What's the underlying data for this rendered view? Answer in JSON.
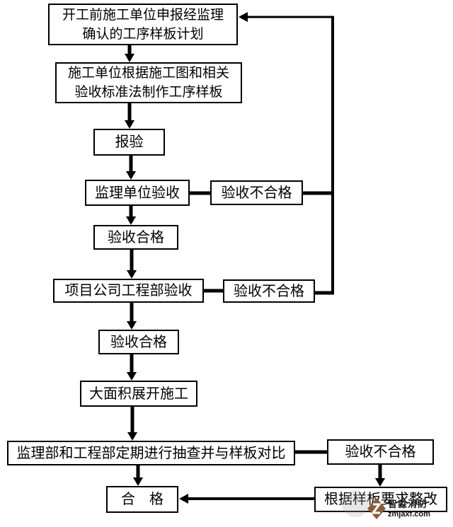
{
  "page": {
    "background": "#ffffff"
  },
  "flow": {
    "line_color": "#000000",
    "node_border_color": "#000000",
    "node_background": "#ffffff",
    "nodes": {
      "plan": "开工前施工单位申报经监理\n确认的工序样板计划",
      "make_sample": "施工单位根据施工图和相关\n验收标准法制作工序样板",
      "submit_inspection": "报验",
      "supervisor_acceptance": "监理单位验收",
      "fail_1": "验收不合格",
      "pass_1": "验收合格",
      "project_dept_acceptance": "项目公司工程部验收",
      "fail_2": "验收不合格",
      "pass_2": "验收合格",
      "full_scale_construction": "大面积展开施工",
      "periodic_spot_check": "监理部和工程部定期进行抽查并与样板对比",
      "qualified": "合　格",
      "fail_3": "验收不合格",
      "rectify": "根据样板要求整改"
    }
  },
  "watermark": {
    "brand": "智淼消防",
    "url": "zmjaxf.com",
    "logo_color": "#8a5a3a",
    "text_color": "#1a1a1a"
  }
}
